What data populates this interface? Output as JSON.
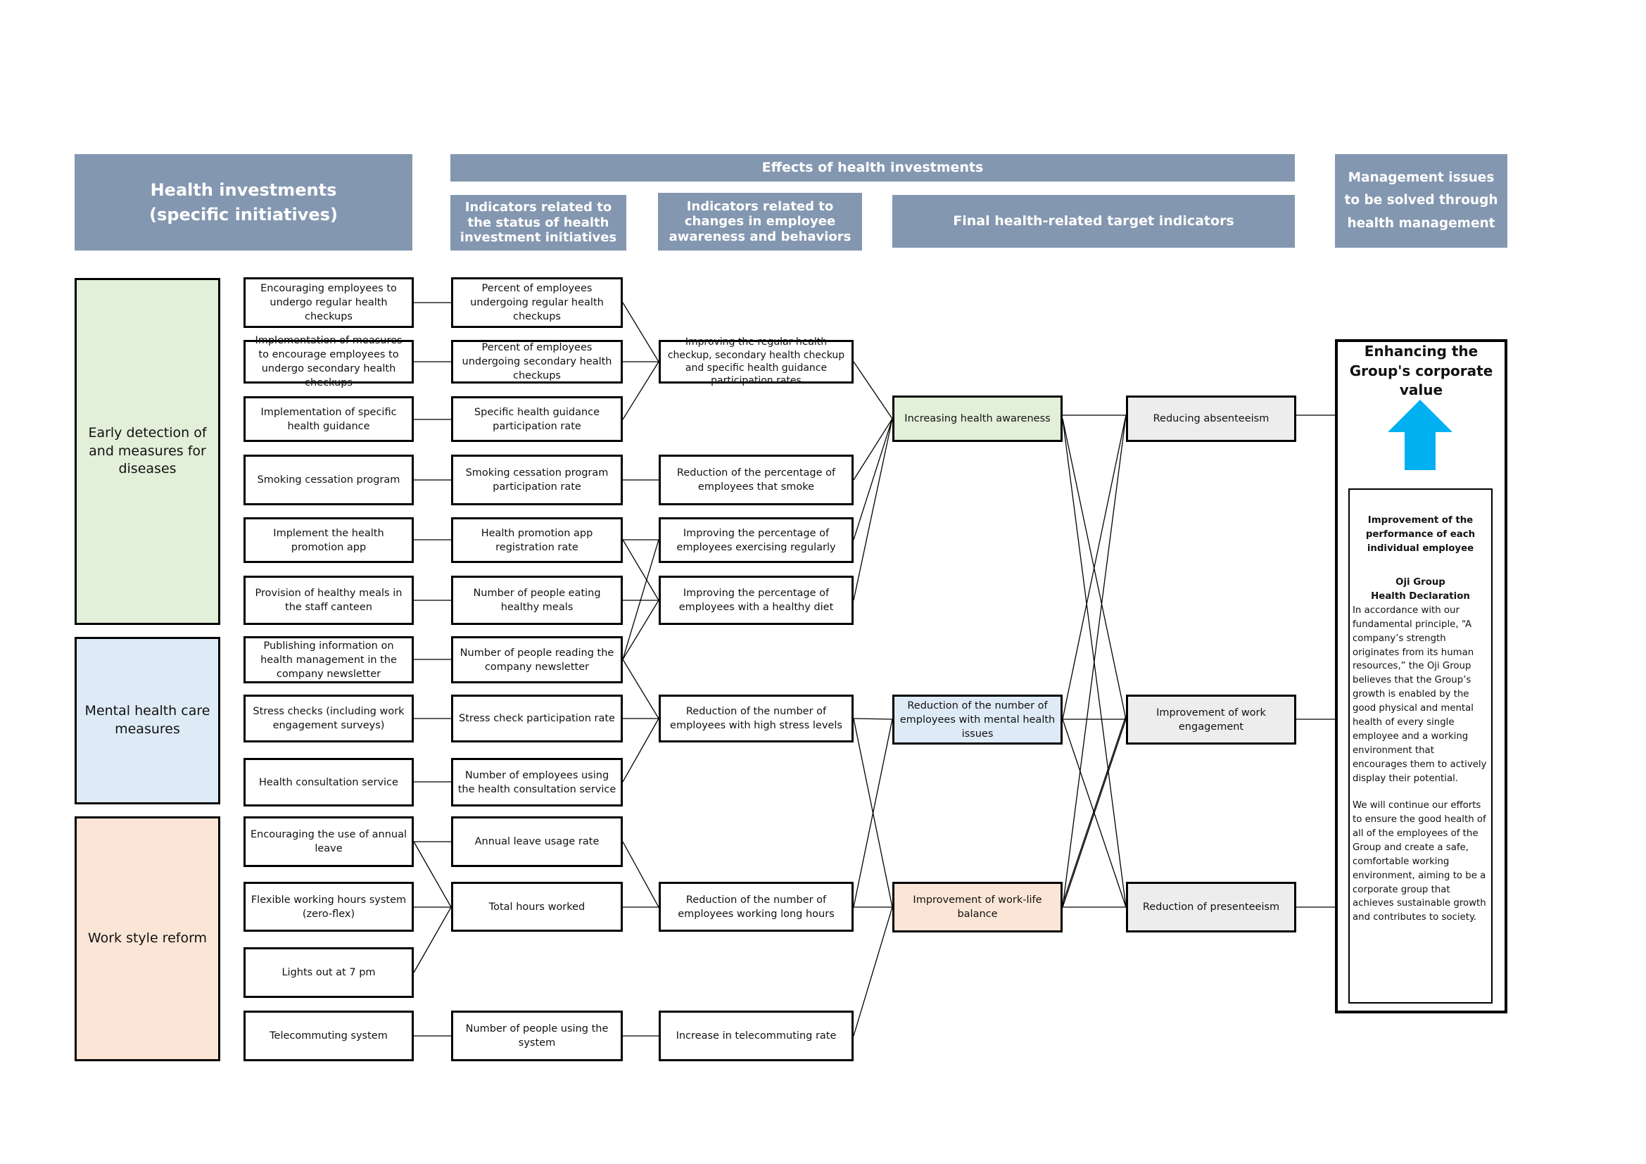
{
  "headers": {
    "health_investments": "Health investments\n(specific initiatives)",
    "effects": "Effects of health investments",
    "status_indicators": "Indicators related to the status of health investment initiatives",
    "awareness_indicators": "Indicators related to changes in employee awareness and behaviors",
    "final_indicators": "Final health-related target indicators",
    "management_issues": "Management issues to be solved through health management"
  },
  "categories": {
    "early_detection": "Early detection of and measures for diseases",
    "mental_health": "Mental health care measures",
    "work_style": "Work style reform"
  },
  "initiatives": [
    "Encouraging employees to undergo regular health checkups",
    "Implementation of measures to encourage employees to undergo secondary health checkups",
    "Implementation of specific health guidance",
    "Smoking cessation program",
    "Implement the health promotion app",
    "Provision of healthy meals in the staff canteen",
    "Publishing information on health management in the company newsletter",
    "Stress checks (including work engagement surveys)",
    "Health consultation service",
    "Encouraging the use of annual leave",
    "Flexible working hours system (zero-flex)",
    "Lights out at 7 pm",
    "Telecommuting system"
  ],
  "status_indicators": [
    "Percent of employees undergoing regular health checkups",
    "Percent of employees undergoing secondary health checkups",
    "Specific health guidance participation rate",
    "Smoking cessation program participation rate",
    "Health promotion app registration rate",
    "Number of people eating healthy meals",
    "Number of people reading the company newsletter",
    "Stress check participation rate",
    "Number of employees using the health consultation service",
    "Annual leave usage rate",
    "Total hours worked",
    "Number of people using the system"
  ],
  "awareness_indicators": [
    "Improving the regular health checkup, secondary health checkup and specific health guidance participation rates",
    "Reduction of the percentage of employees that smoke",
    "Improving the percentage of employees exercising regularly",
    "Improving the percentage of employees with a healthy diet",
    "Reduction of the number of employees with high stress levels",
    "Reduction of the number of employees working long hours",
    "Increase in telecommuting rate"
  ],
  "final_indicators": [
    "Increasing health awareness",
    "Reduction of the number of employees with mental health issues",
    "Improvement of work-life balance"
  ],
  "management_issues": [
    "Reducing absenteeism",
    "Improvement of work engagement",
    "Reduction of presenteeism"
  ],
  "corporate": {
    "title": "Enhancing the Group's corporate value",
    "improvement": "Improvement of the performance of each individual employee",
    "declaration_title": "Oji Group\nHealth Declaration",
    "paragraph1": "In accordance with our fundamental principle, “A company’s strength originates from its human resources,” the Oji Group believes that the Group’s growth is enabled by the good physical and mental health of every single employee and a working environment that encourages them to actively display their potential.",
    "paragraph2": "We will continue our efforts to ensure the good health of all of the employees of the Group and create a safe, comfortable working environment, aiming to be a corporate group that achieves sustainable growth and contributes to society."
  },
  "colors": {
    "header": "#8497b0",
    "early_detection": "#e2efd9",
    "mental_health": "#deebf7",
    "work_style": "#fbe5d6",
    "management": "#ededed",
    "arrow": "#00b0f0"
  }
}
